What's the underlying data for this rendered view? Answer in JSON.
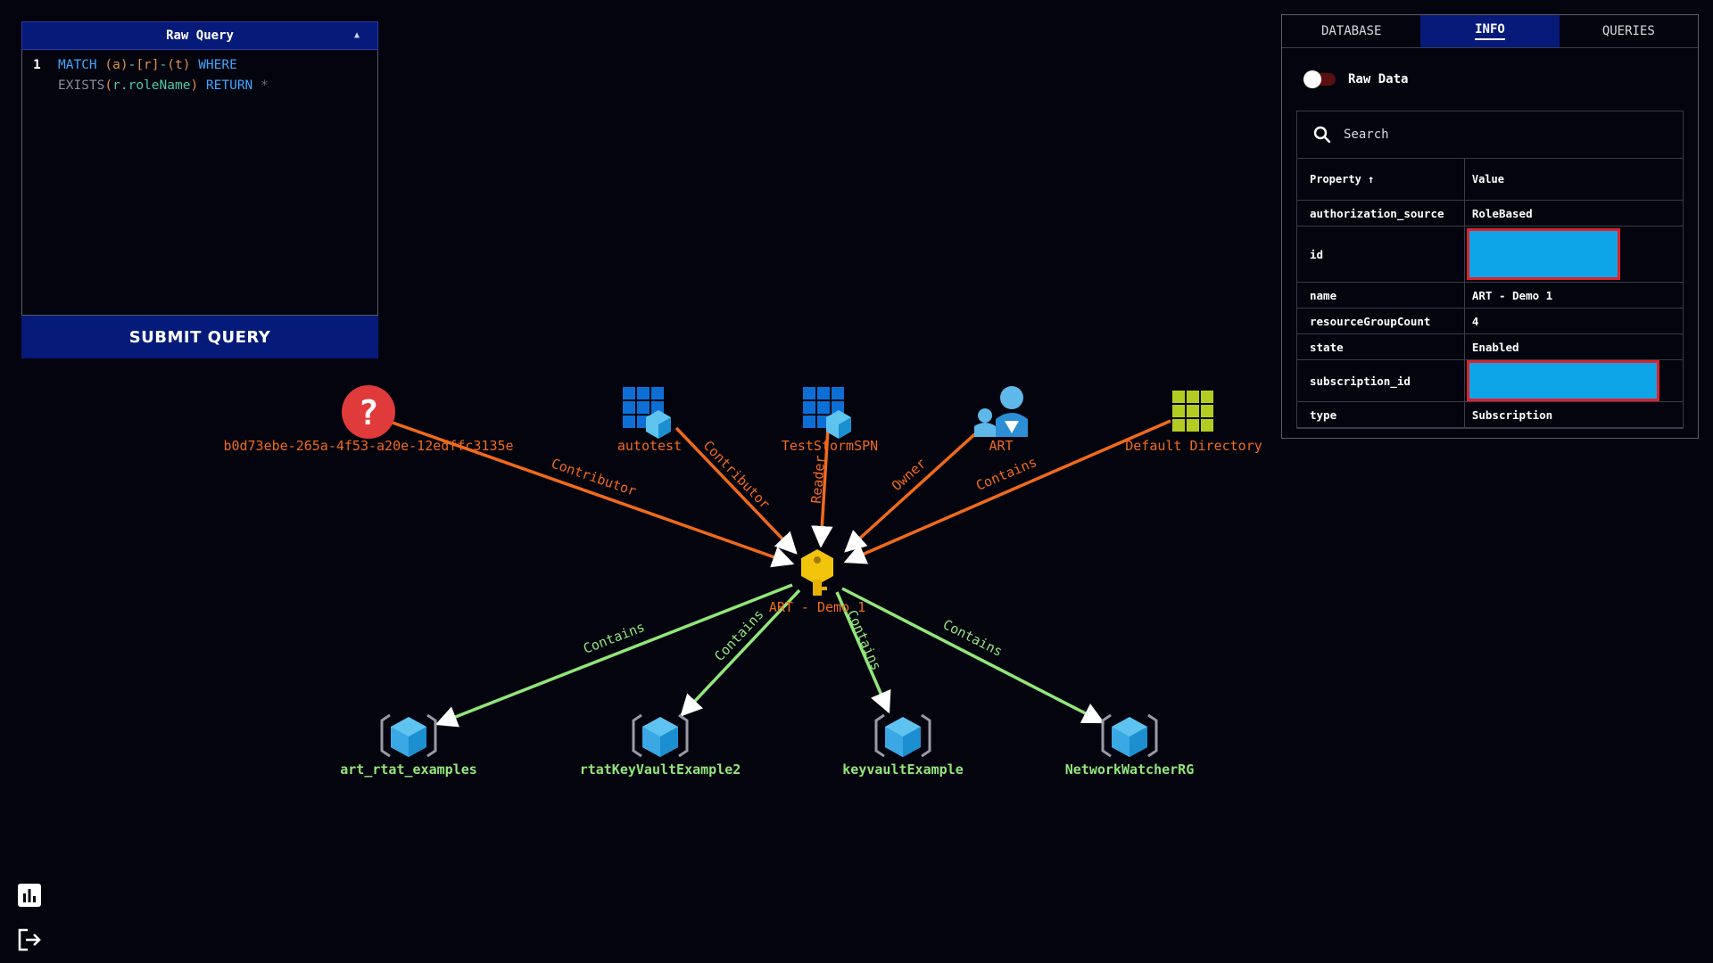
{
  "query_panel": {
    "title": "Raw Query",
    "line_number": "1",
    "code": {
      "match": "MATCH",
      "a": "(a)",
      "dash1": "-",
      "r": "[r]",
      "dash2": "-",
      "t": "(t)",
      "where": "WHERE",
      "exists": "EXISTS",
      "arg_open": "(",
      "arg": "r.roleName",
      "arg_close": ")",
      "return": "RETURN",
      "star": "*"
    },
    "submit_label": "SUBMIT QUERY"
  },
  "graph": {
    "center": {
      "label": "ART - Demo 1",
      "icon": "key-icon"
    },
    "incoming": [
      {
        "label": "b0d73ebe-265a-4f53-a20e-12edffc3135e",
        "icon": "unknown-icon",
        "edge": "Contributor"
      },
      {
        "label": "autotest",
        "icon": "app-registration-icon",
        "edge": "Contributor"
      },
      {
        "label": "TestStormSPN",
        "icon": "app-registration-icon",
        "edge": "Reader"
      },
      {
        "label": "ART",
        "icon": "users-icon",
        "edge": "Owner"
      },
      {
        "label": "Default Directory",
        "icon": "directory-icon",
        "edge": "Contains"
      }
    ],
    "outgoing": [
      {
        "label": "art_rtat_examples",
        "icon": "resource-group-icon",
        "edge": "Contains"
      },
      {
        "label": "rtatKeyVaultExample2",
        "icon": "resource-group-icon",
        "edge": "Contains"
      },
      {
        "label": "keyvaultExample",
        "icon": "resource-group-icon",
        "edge": "Contains"
      },
      {
        "label": "NetworkWatcherRG",
        "icon": "resource-group-icon",
        "edge": "Contains"
      }
    ],
    "colors": {
      "incoming": "#f06a1a",
      "outgoing": "#92e67a",
      "background": "#04040f"
    }
  },
  "info_panel": {
    "tabs": [
      {
        "label": "DATABASE",
        "active": false
      },
      {
        "label": "INFO",
        "active": true
      },
      {
        "label": "QUERIES",
        "active": false
      }
    ],
    "raw_data_label": "Raw Data",
    "raw_data_enabled": false,
    "search_placeholder": "Search",
    "table": {
      "headers": {
        "property": "Property ↑",
        "value": "Value"
      },
      "rows": [
        {
          "property": "authorization_source",
          "value": "RoleBased"
        },
        {
          "property": "id",
          "value": ""
        },
        {
          "property": "name",
          "value": "ART - Demo 1"
        },
        {
          "property": "resourceGroupCount",
          "value": "4"
        },
        {
          "property": "state",
          "value": "Enabled"
        },
        {
          "property": "subscription_id",
          "value": ""
        },
        {
          "property": "type",
          "value": "Subscription"
        }
      ]
    },
    "accent": "#061a7a",
    "redaction_color": "#0ea5e8"
  },
  "side_icons": [
    "bar-chart-icon",
    "logout-icon"
  ]
}
